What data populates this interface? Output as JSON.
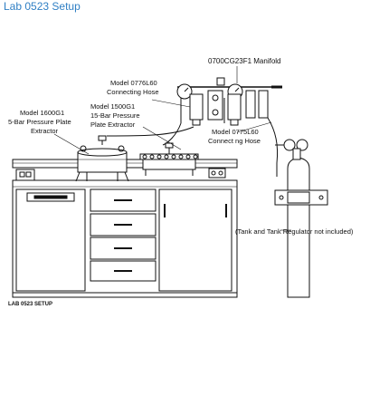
{
  "title": "Lab 0523 Setup",
  "caption": "LAB 0523 SETUP",
  "colors": {
    "title": "#2f7fc4",
    "line": "#111111"
  },
  "labels": {
    "manifold": "0700CG23F1 Manifold",
    "hose_0776_l1": "Model 0776L60",
    "hose_0776_l2": "Connecting Hose",
    "ext_1500_l1": "Model 1500G1",
    "ext_1500_l2": "15-Bar Pressure",
    "ext_1500_l3": "Plate Extractor",
    "ext_1600_l1": "Model 1600G1",
    "ext_1600_l2": "5-Bar Pressure Plate",
    "ext_1600_l3": "Extractor",
    "hose_0775_l1": "Model 0775L60",
    "hose_0775_l2": "Connect ng Hose",
    "tank_note": "(Tank and Tank Regulator not included)"
  }
}
